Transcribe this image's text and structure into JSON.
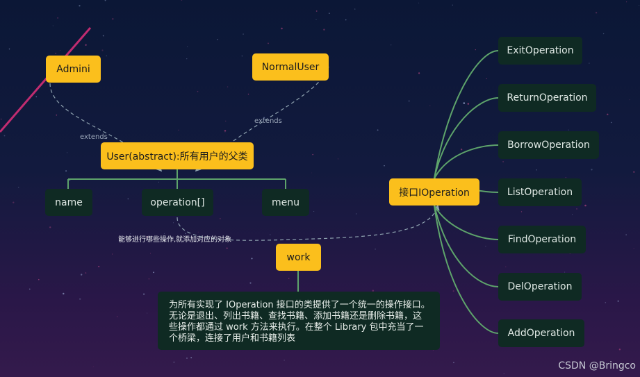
{
  "nodes": {
    "admin": "Admini",
    "normal_user": "NormalUser",
    "user": "User(abstract):所有用户的父类",
    "name": "name",
    "operation": "operation[]",
    "menu": "menu",
    "work": "work",
    "ioperation": "接口IOperation",
    "ops": [
      "ExitOperation",
      "ReturnOperation",
      "BorrowOperation",
      "ListOperation",
      "FindOperation",
      "DelOperation",
      "AddOperation"
    ]
  },
  "labels": {
    "extends_left": "extends",
    "extends_right": "extends",
    "operation_note": "能够进行哪些操作,就添加对应的对象"
  },
  "work_description": "为所有实现了 IOperation 接口的类提供了一个统一的操作接口。无论是退出、列出书籍、查找书籍、添加书籍还是删除书籍，这些操作都通过 work 方法来执行。在整个 Library 包中充当了一个桥梁，连接了用户和书籍列表",
  "watermark": "CSDN @Bringco",
  "colors": {
    "accent_yellow": "#fbbf1c",
    "dark_node": "#0f2a23",
    "connector_green": "#5ea46b",
    "dashed_arrow": "#8fa3b0"
  }
}
